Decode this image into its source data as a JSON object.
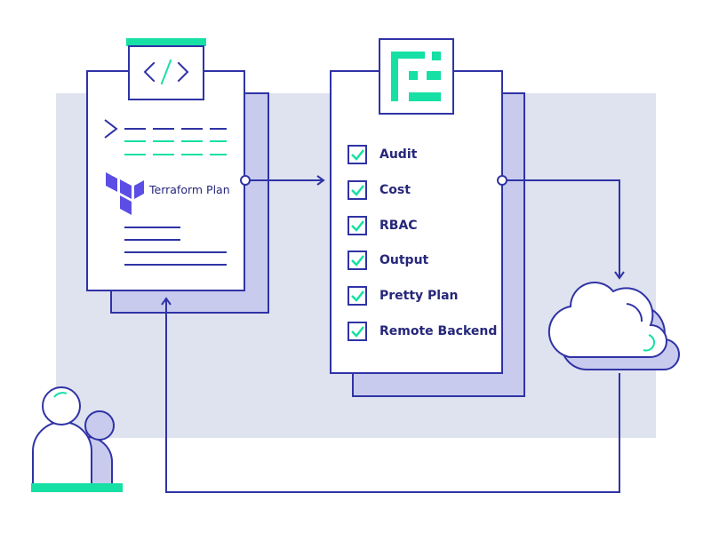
{
  "colors": {
    "navy": "#2f33a5",
    "lavender": "#c9cbee",
    "panel": "#dfe2ef",
    "teal": "#16e0a4",
    "terraform_purple": "#5c4ee5",
    "text": "#26277a"
  },
  "terraform": {
    "label": "Terraform Plan",
    "icon": "terraform-logo-icon"
  },
  "code_icon": {
    "glyph": "</>"
  },
  "checks": [
    {
      "label": "Audit",
      "checked": true
    },
    {
      "label": "Cost",
      "checked": true
    },
    {
      "label": "RBAC",
      "checked": true
    },
    {
      "label": "Output",
      "checked": true
    },
    {
      "label": "Pretty Plan",
      "checked": true
    },
    {
      "label": "Remote Backend",
      "checked": true
    }
  ],
  "icons": {
    "users": "users-icon",
    "cloud": "cloud-icon",
    "policy_panel": "layout-icon"
  }
}
